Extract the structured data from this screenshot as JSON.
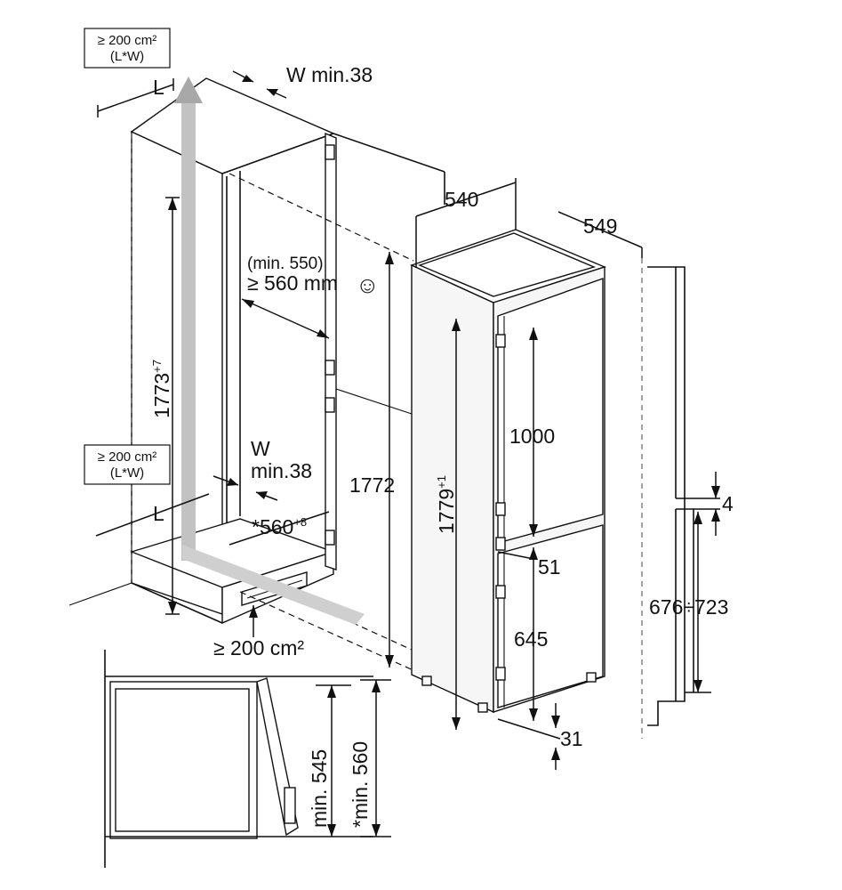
{
  "labels": {
    "vent_area_top": "≥ 200 cm²",
    "vent_area_top_sub": "(L*W)",
    "vent_area_mid": "≥ 200 cm²",
    "vent_area_mid_sub": "(L*W)",
    "vent_area_bottom": "≥ 200 cm²",
    "l_top": "L",
    "l_bottom": "L",
    "w_top": "W min.38",
    "w_mid_line1": "W",
    "w_mid_line2": "min.38",
    "niche_height": "1773",
    "niche_height_tol": "+7",
    "depth_min_line1": "(min. 550)",
    "depth_min_line2": "≥ 560 mm",
    "smiley": "☺",
    "niche_width": "*560",
    "niche_width_tol": "+8",
    "height_1772": "1772",
    "width_540": "540",
    "depth_549": "549",
    "appliance_height": "1779",
    "appliance_height_tol": "+1",
    "dim_1000": "1000",
    "dim_51": "51",
    "dim_645": "645",
    "dim_31": "31",
    "dim_4": "4",
    "dim_676_723": "676÷723",
    "min_545": "min. 545",
    "min_560": "*min. 560"
  }
}
